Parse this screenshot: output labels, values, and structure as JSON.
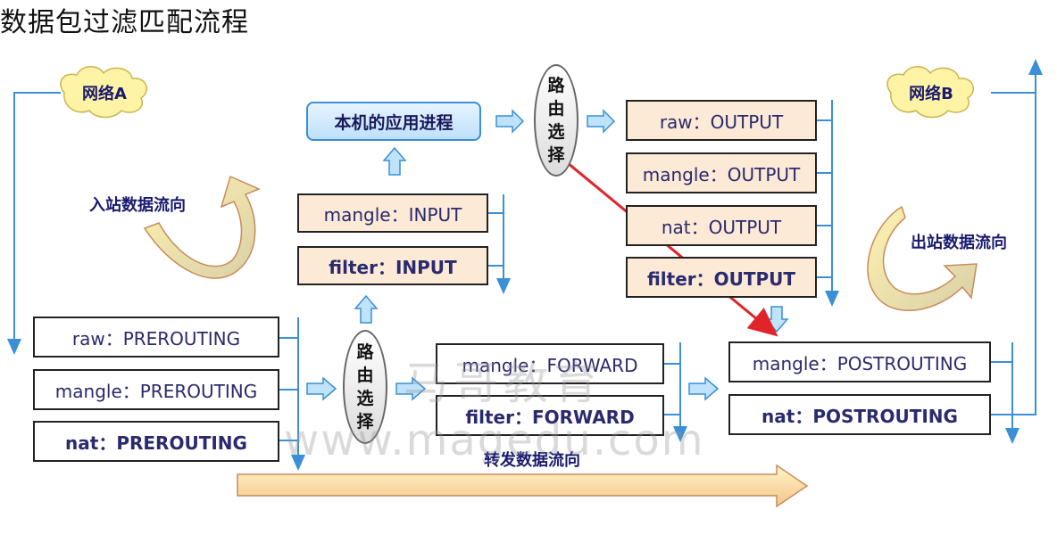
{
  "title": "数据包过滤匹配流程",
  "clouds": {
    "a": "网络A",
    "b": "网络B"
  },
  "app_process": "本机的应用进程",
  "routing": {
    "top": [
      "路",
      "由",
      "选",
      "择"
    ],
    "mid": [
      "路",
      "由",
      "选",
      "择"
    ]
  },
  "input_chain": [
    {
      "label": "mangle：INPUT",
      "bold": false
    },
    {
      "label": "filter：INPUT",
      "bold": true
    }
  ],
  "output_chain": [
    {
      "label": "raw：OUTPUT",
      "bold": false
    },
    {
      "label": "mangle：OUTPUT",
      "bold": false
    },
    {
      "label": "nat：OUTPUT",
      "bold": false
    },
    {
      "label": "filter：OUTPUT",
      "bold": true
    }
  ],
  "prerouting_chain": [
    {
      "label": "raw：PREROUTING",
      "bold": false
    },
    {
      "label": "mangle：PREROUTING",
      "bold": false
    },
    {
      "label": "nat：PREROUTING",
      "bold": true
    }
  ],
  "forward_chain": [
    {
      "label": "mangle：FORWARD",
      "bold": false
    },
    {
      "label": "filter：FORWARD",
      "bold": true
    }
  ],
  "postrouting_chain": [
    {
      "label": "mangle：POSTROUTING",
      "bold": false
    },
    {
      "label": "nat：POSTROUTING",
      "bold": true
    }
  ],
  "flow_labels": {
    "inbound": "入站数据流向",
    "outbound": "出站数据流向",
    "forward": "转发数据流向"
  },
  "watermark": {
    "line1": "马哥教育",
    "line2": "www.magedu.com"
  },
  "colors": {
    "line": "#3a8fd6",
    "peach": "#fce9d6",
    "red": "#e0242a",
    "arrow_fill": "#fff2b0",
    "arrow_edge": "#c98a5a"
  }
}
